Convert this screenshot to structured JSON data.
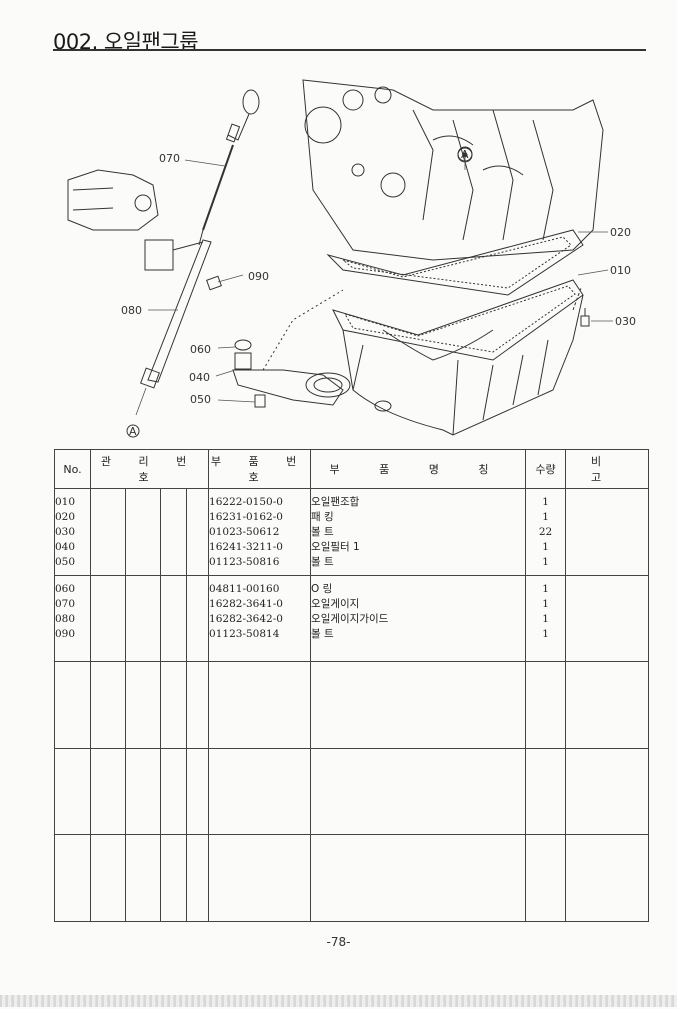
{
  "page": {
    "title": "002. 오일팬그룹",
    "page_number": "-78-"
  },
  "diagram": {
    "callouts": {
      "c010": "010",
      "c020": "020",
      "c030": "030",
      "c040": "040",
      "c050": "050",
      "c060": "060",
      "c070": "070",
      "c080": "080",
      "c090": "090",
      "markA": "A"
    }
  },
  "table": {
    "headers": {
      "no": "No.",
      "mgmt": "관 리 번 호",
      "part_no": "부 품 번 호",
      "part_name": "부 품 명 칭",
      "qty": "수량",
      "remarks": "비 고"
    },
    "group1": {
      "no": [
        "010",
        "020",
        "030",
        "040",
        "050"
      ],
      "part_no": [
        "16222-0150-0",
        "16231-0162-0",
        "01023-50612",
        "16241-3211-0",
        "01123-50816"
      ],
      "part_name": [
        "오일팬조합",
        "패 킹",
        "볼 트",
        "오일필터 1",
        "볼 트"
      ],
      "qty": [
        "1",
        "1",
        "22",
        "1",
        "1"
      ]
    },
    "group2": {
      "no": [
        "060",
        "070",
        "080",
        "090"
      ],
      "part_no": [
        "04811-00160",
        "16282-3641-0",
        "16282-3642-0",
        "01123-50814"
      ],
      "part_name": [
        "O 링",
        "오일게이지",
        "오일게이지가이드",
        "볼 트"
      ],
      "qty": [
        "1",
        "1",
        "1",
        "1"
      ]
    }
  }
}
